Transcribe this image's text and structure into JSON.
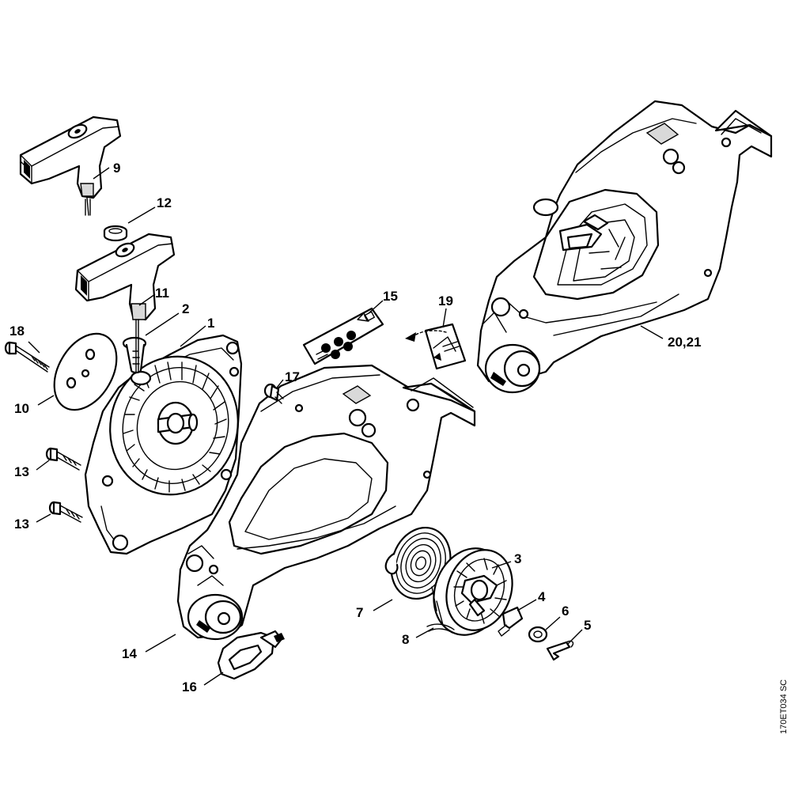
{
  "diagram": {
    "drawing_code": "170ET034 SC",
    "labels": {
      "p1": "1",
      "p2": "2",
      "p3": "3",
      "p4": "4",
      "p5": "5",
      "p6": "6",
      "p7": "7",
      "p8": "8",
      "p9": "9",
      "p10": "10",
      "p11": "11",
      "p12": "12",
      "p13a": "13",
      "p13b": "13",
      "p14": "14",
      "p15": "15",
      "p16": "16",
      "p17": "17",
      "p18": "18",
      "p19": "19",
      "p20_21": "20,21"
    }
  }
}
